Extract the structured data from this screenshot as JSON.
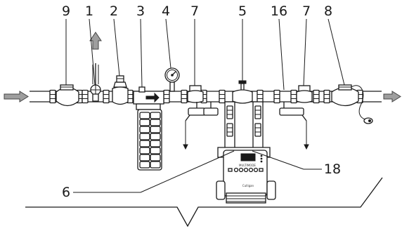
{
  "diagram": {
    "callouts": [
      {
        "id": "9",
        "text": "9"
      },
      {
        "id": "1",
        "text": "1"
      },
      {
        "id": "2",
        "text": "2"
      },
      {
        "id": "3",
        "text": "3"
      },
      {
        "id": "4",
        "text": "4"
      },
      {
        "id": "7a",
        "text": "7"
      },
      {
        "id": "5",
        "text": "5"
      },
      {
        "id": "16",
        "text": "16"
      },
      {
        "id": "7b",
        "text": "7"
      },
      {
        "id": "8",
        "text": "8"
      },
      {
        "id": "6",
        "text": "6"
      },
      {
        "id": "18",
        "text": "18"
      }
    ],
    "controller": {
      "model_text": "MULTIMODE",
      "brand_text": "Culligan"
    }
  }
}
